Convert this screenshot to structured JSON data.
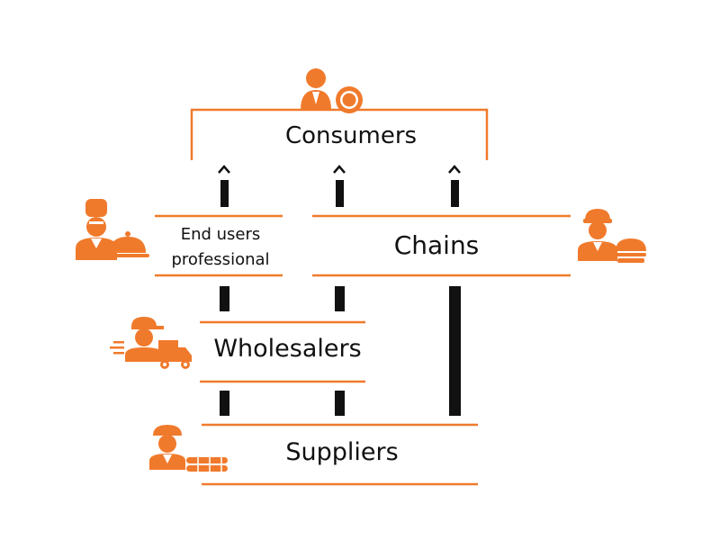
{
  "diagram": {
    "consumers_label": "Consumers",
    "end_users_label": "End users professional",
    "chains_label": "Chains",
    "wholesalers_label": "Wholesalers",
    "suppliers_label": "Suppliers"
  },
  "colors": {
    "accent": "#f07a2c",
    "connector": "#111111",
    "text": "#111111"
  },
  "icons": {
    "consumer": "person-with-plate-icon",
    "chef": "chef-with-cloche-icon",
    "chain_worker": "worker-with-burger-icon",
    "wholesaler": "delivery-person-with-truck-icon",
    "supplier": "baker-with-bread-icon"
  }
}
